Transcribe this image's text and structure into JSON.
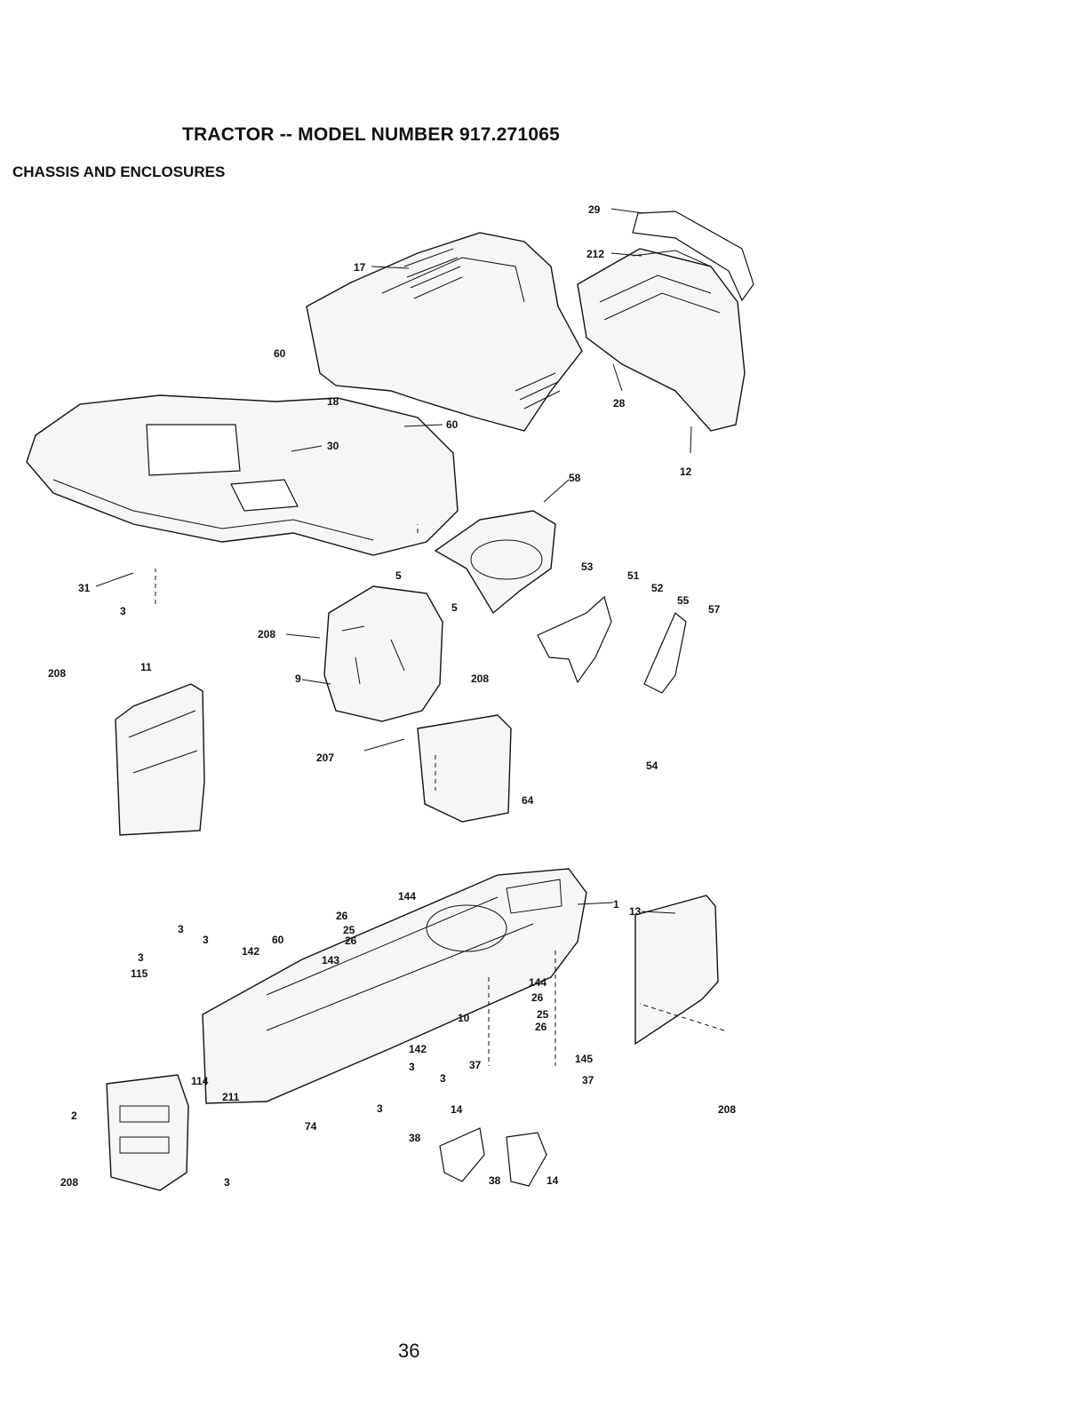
{
  "header": {
    "title": "TRACTOR -- MODEL NUMBER 917.271065",
    "subtitle": "CHASSIS AND ENCLOSURES"
  },
  "footer": {
    "page_number": "36"
  },
  "diagram": {
    "callouts": [
      {
        "id": "c-29",
        "label": "29"
      },
      {
        "id": "c-212",
        "label": "212"
      },
      {
        "id": "c-17",
        "label": "17"
      },
      {
        "id": "c-60a",
        "label": "60"
      },
      {
        "id": "c-18",
        "label": "18"
      },
      {
        "id": "c-60b",
        "label": "60"
      },
      {
        "id": "c-30",
        "label": "30"
      },
      {
        "id": "c-28",
        "label": "28"
      },
      {
        "id": "c-12",
        "label": "12"
      },
      {
        "id": "c-58",
        "label": "58"
      },
      {
        "id": "c-31",
        "label": "31"
      },
      {
        "id": "c-3a",
        "label": "3"
      },
      {
        "id": "c-5a",
        "label": "5"
      },
      {
        "id": "c-5b",
        "label": "5"
      },
      {
        "id": "c-208a",
        "label": "208"
      },
      {
        "id": "c-53",
        "label": "53"
      },
      {
        "id": "c-51",
        "label": "51"
      },
      {
        "id": "c-52",
        "label": "52"
      },
      {
        "id": "c-55",
        "label": "55"
      },
      {
        "id": "c-57",
        "label": "57"
      },
      {
        "id": "c-9",
        "label": "9"
      },
      {
        "id": "c-208b",
        "label": "208"
      },
      {
        "id": "c-11",
        "label": "11"
      },
      {
        "id": "c-208c",
        "label": "208"
      },
      {
        "id": "c-207",
        "label": "207"
      },
      {
        "id": "c-64",
        "label": "64"
      },
      {
        "id": "c-54",
        "label": "54"
      },
      {
        "id": "c-144a",
        "label": "144"
      },
      {
        "id": "c-26a",
        "label": "26"
      },
      {
        "id": "c-25a",
        "label": "25"
      },
      {
        "id": "c-26b",
        "label": "26"
      },
      {
        "id": "c-1",
        "label": "1"
      },
      {
        "id": "c-13",
        "label": "13"
      },
      {
        "id": "c-3b",
        "label": "3"
      },
      {
        "id": "c-3c",
        "label": "3"
      },
      {
        "id": "c-3d",
        "label": "3"
      },
      {
        "id": "c-115",
        "label": "115"
      },
      {
        "id": "c-142a",
        "label": "142"
      },
      {
        "id": "c-60c",
        "label": "60"
      },
      {
        "id": "c-143",
        "label": "143"
      },
      {
        "id": "c-144b",
        "label": "144"
      },
      {
        "id": "c-26c",
        "label": "26"
      },
      {
        "id": "c-25b",
        "label": "25"
      },
      {
        "id": "c-26d",
        "label": "26"
      },
      {
        "id": "c-10",
        "label": "10"
      },
      {
        "id": "c-142b",
        "label": "142"
      },
      {
        "id": "c-3e",
        "label": "3"
      },
      {
        "id": "c-3f",
        "label": "3"
      },
      {
        "id": "c-37a",
        "label": "37"
      },
      {
        "id": "c-145",
        "label": "145"
      },
      {
        "id": "c-37b",
        "label": "37"
      },
      {
        "id": "c-114",
        "label": "114"
      },
      {
        "id": "c-211",
        "label": "211"
      },
      {
        "id": "c-3g",
        "label": "3"
      },
      {
        "id": "c-74",
        "label": "74"
      },
      {
        "id": "c-208d",
        "label": "208"
      },
      {
        "id": "c-2",
        "label": "2"
      },
      {
        "id": "c-206",
        "label": "208"
      },
      {
        "id": "c-3h",
        "label": "3"
      },
      {
        "id": "c-14a",
        "label": "14"
      },
      {
        "id": "c-38a",
        "label": "38"
      },
      {
        "id": "c-38b",
        "label": "38"
      },
      {
        "id": "c-14b",
        "label": "14"
      }
    ]
  }
}
